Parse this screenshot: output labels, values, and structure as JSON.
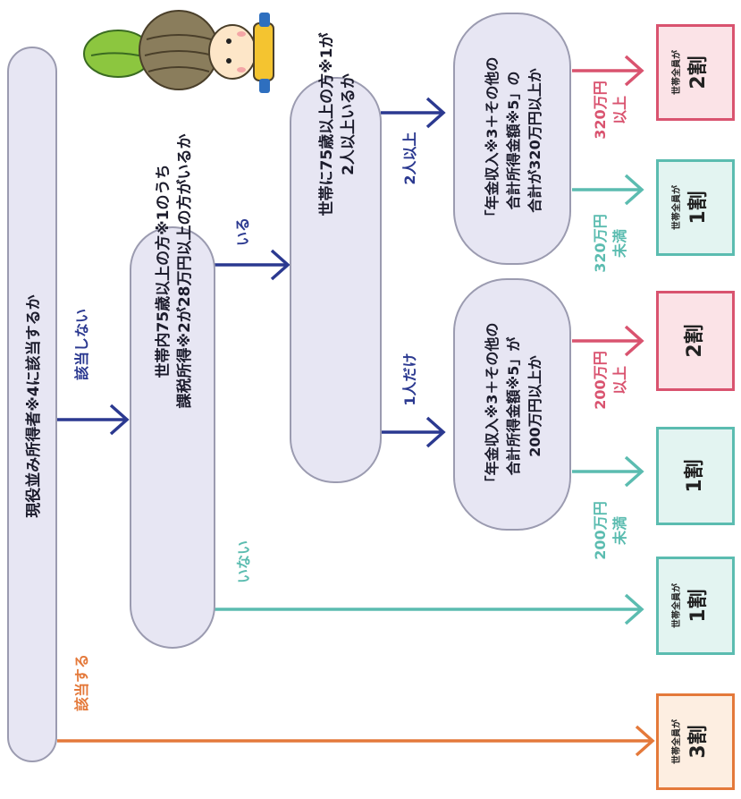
{
  "nodes": {
    "q1": "現役並み所得者※4に該当するか",
    "q2_line1": "世帯内75歳以上の方※1のうち",
    "q2_line2": "課税所得※2が28万円以上の方がいるか",
    "q3_line1": "世帯に75歳以上の方※1が",
    "q3_line2": "2人以上いるか",
    "q4_line1": "「年金収入※3＋その他の",
    "q4_line2": "合計所得金額※5」が",
    "q4_line3": "200万円以上か",
    "q5_line1": "「年金収入※3＋その他の",
    "q5_line2": "合計所得金額※5」の",
    "q5_line3": "合計が320万円以上か"
  },
  "labels": {
    "applies": "該当する",
    "not_applies": "該当しない",
    "exists": "いる",
    "none": "いない",
    "one_only": "1人だけ",
    "two_plus": "2人以上",
    "under_200_line1": "200万円",
    "under_200_line2": "未満",
    "over_200_line1": "200万円",
    "over_200_line2": "以上",
    "under_320_line1": "320万円",
    "under_320_line2": "未満",
    "over_320_line1": "320万円",
    "over_320_line2": "以上"
  },
  "results": {
    "r_3": {
      "small": "世帯全員が",
      "big": "3割"
    },
    "r_1_none": {
      "small": "世帯全員が",
      "big": "1割"
    },
    "r_1_200": {
      "small": "",
      "big": "1割"
    },
    "r_2_200": {
      "small": "",
      "big": "2割"
    },
    "r_1_320": {
      "small": "世帯全員が",
      "big": "1割"
    },
    "r_2_320": {
      "small": "世帯全員が",
      "big": "2割"
    }
  },
  "colors": {
    "navy": "#2b3990",
    "teal": "#5bbcb0",
    "pink": "#d9536f",
    "orange": "#e4793a",
    "teal_fill": "#e3f4f1",
    "pink_fill": "#fbe3e7",
    "orange_fill": "#fdeee1"
  }
}
